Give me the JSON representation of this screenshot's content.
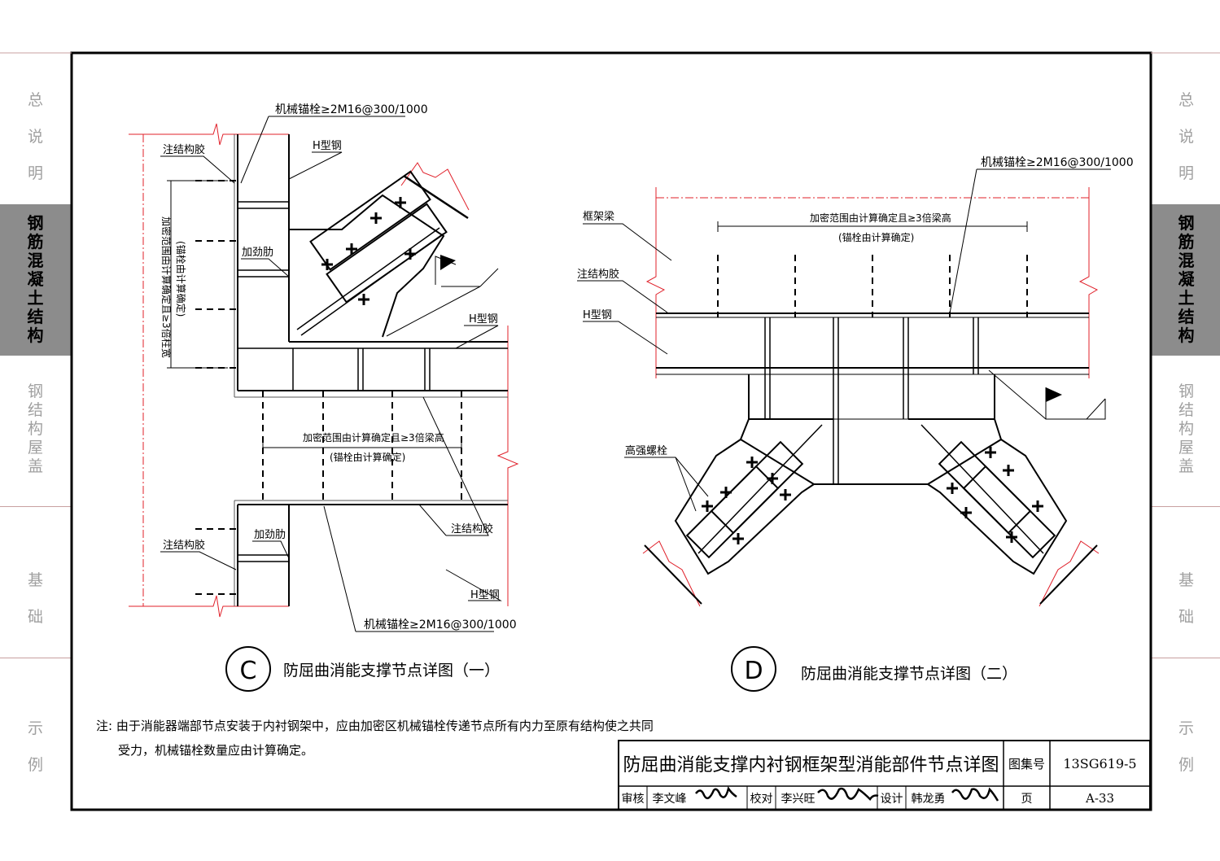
{
  "sidebar": {
    "sections": [
      {
        "label": "总说明",
        "active": false
      },
      {
        "label": "钢筋混凝土结构",
        "active": true
      },
      {
        "label": "钢结构屋盖",
        "active": false
      },
      {
        "label": "基础",
        "active": false
      },
      {
        "label": "示例",
        "active": false
      }
    ]
  },
  "detail_c": {
    "mark": "C",
    "caption": "防屈曲消能支撑节点详图（一）",
    "labels": {
      "anchor_top": "机械锚栓≥2M16@300/1000",
      "grout_1": "注结构胶",
      "h_steel_1": "H型钢",
      "stiffener_1": "加劲肋",
      "vertical_range_1": "加密范围由计算确定且≥3倍柱宽",
      "vertical_range_2": "(锚栓由计算确定)",
      "h_steel_2": "H型钢",
      "horiz_range_1": "加密范围由计算确定且≥3倍梁高",
      "horiz_range_2": "(锚栓由计算确定)",
      "grout_2": "注结构胶",
      "grout_3": "注结构胶",
      "stiffener_2": "加劲肋",
      "h_steel_3": "H型钢",
      "anchor_bottom": "机械锚栓≥2M16@300/1000"
    }
  },
  "detail_d": {
    "mark": "D",
    "caption": "防屈曲消能支撑节点详图（二）",
    "labels": {
      "anchor_top": "机械锚栓≥2M16@300/1000",
      "frame_beam": "框架梁",
      "range_1": "加密范围由计算确定且≥3倍梁高",
      "range_2": "(锚栓由计算确定)",
      "grout": "注结构胶",
      "h_steel": "H型钢",
      "hs_bolt": "高强螺栓"
    }
  },
  "notes": {
    "line1": "注: 由于消能器端部节点安装于内衬钢架中，应由加密区机械锚栓传递节点所有内力至原有结构使之共同",
    "line2": "受力，机械锚栓数量应由计算确定。"
  },
  "title_block": {
    "title": "防屈曲消能支撑内衬钢框架型消能部件节点详图",
    "atlas_label": "图集号",
    "atlas_no": "13SG619-5",
    "review_label": "审核",
    "reviewer": "李文峰",
    "check_label": "校对",
    "checker": "李兴旺",
    "design_label": "设计",
    "designer": "韩龙勇",
    "page_label": "页",
    "page_no": "A-33"
  }
}
